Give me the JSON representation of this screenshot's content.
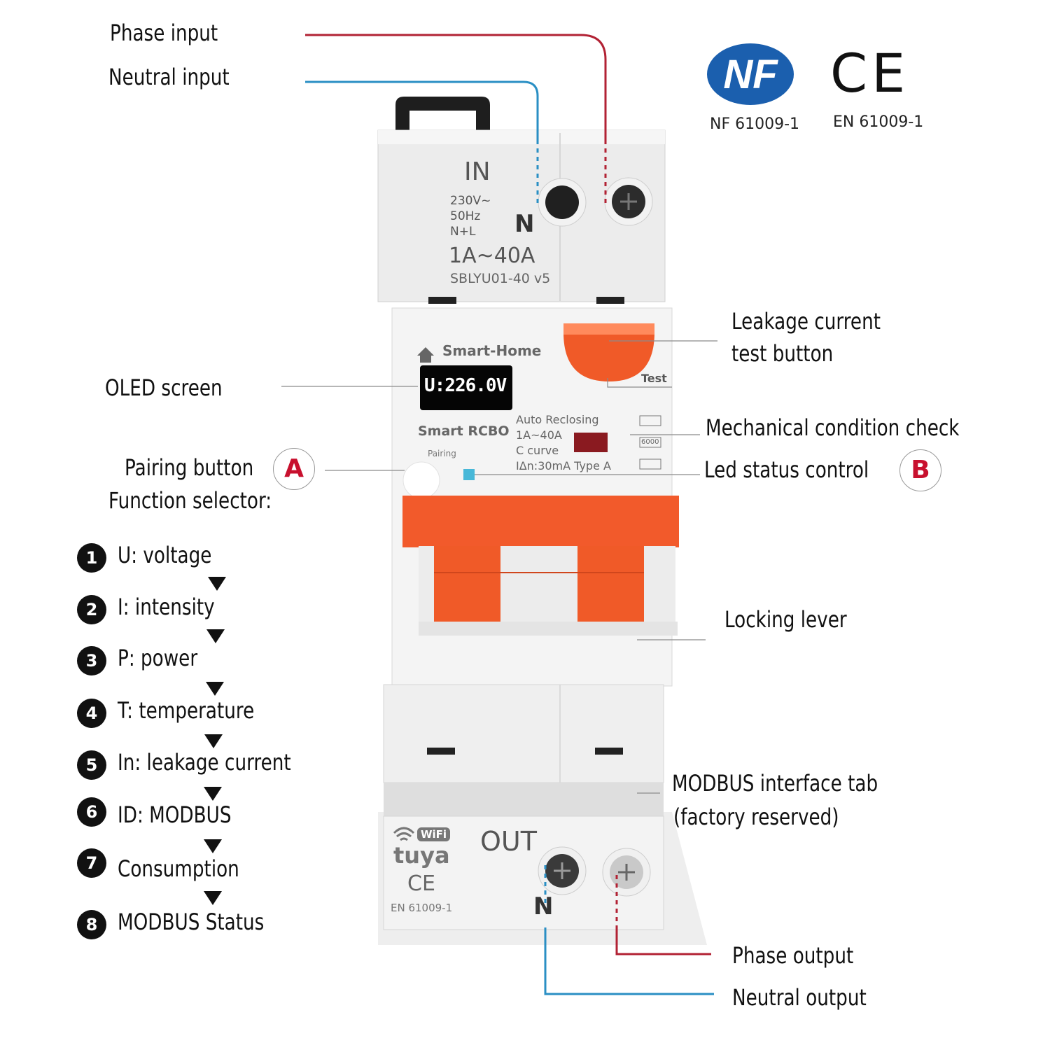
{
  "callouts": {
    "phase_input": "Phase input",
    "neutral_input": "Neutral input",
    "leakage_test_line1": "Leakage current",
    "leakage_test_line2": "test button",
    "oled_screen": "OLED screen",
    "mechanical_check": "Mechanical condition check",
    "pairing_button": "Pairing button",
    "function_selector": "Function selector:",
    "led_status": "Led status control",
    "locking_lever": "Locking lever",
    "modbus_tab_line1": "MODBUS interface tab",
    "modbus_tab_line2": "(factory reserved)",
    "phase_output": "Phase output",
    "neutral_output": "Neutral output"
  },
  "badges": {
    "a": "A",
    "b": "B"
  },
  "functions": [
    {
      "num": "1",
      "label": "U: voltage"
    },
    {
      "num": "2",
      "label": "I: intensity"
    },
    {
      "num": "3",
      "label": "P: power"
    },
    {
      "num": "4",
      "label": "T: temperature"
    },
    {
      "num": "5",
      "label": "In: leakage current"
    },
    {
      "num": "6",
      "label": "ID: MODBUS"
    },
    {
      "num": "7",
      "label": "Consumption"
    },
    {
      "num": "8",
      "label": "MODBUS Status"
    }
  ],
  "certifications": {
    "nf_logo": "NF",
    "nf_label": "NF 61009-1",
    "ce_logo": "CE",
    "ce_label": "EN 61009-1"
  },
  "device": {
    "in_label": "IN",
    "rating_voltage": "230V~",
    "rating_freq": "50Hz",
    "rating_poles": "N+L",
    "n_top": "N",
    "current_range": "1A~40A",
    "model": "SBLYU01-40 v5",
    "brand": "Smart-Home",
    "test_label": "Test",
    "oled_value": "U:226.0V",
    "product_name": "Smart RCBO",
    "pairing_label": "Pairing",
    "spec_1": "Auto Reclosing",
    "spec_2": "1A~40A",
    "spec_3": "C curve",
    "spec_4": "IΔn:30mA Type A",
    "spec_5000": "6000",
    "out_label": "OUT",
    "n_bottom": "N",
    "wifi_label": "WiFi",
    "tuya_label": "tuya",
    "ce_small": "CE",
    "en_small": "EN 61009-1"
  },
  "colors": {
    "phase_line": "#b22234",
    "neutral_line": "#2a8fc4",
    "lever_orange": "#f25a2b",
    "accent_red": "#c8102e",
    "nf_blue": "#1b5fae"
  }
}
